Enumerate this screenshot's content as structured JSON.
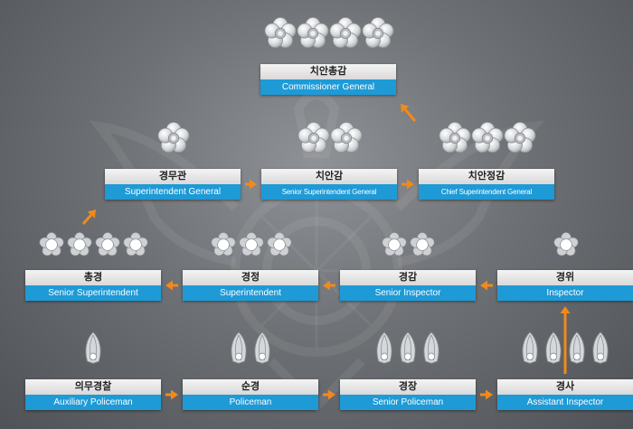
{
  "colors": {
    "accent": "#1e9ad6",
    "arrow": "#f08a1c",
    "label_bg": "#e6e6e6"
  },
  "ranks": [
    {
      "id": "commissioner-general",
      "kr": "치안총감",
      "en": "Commissioner General",
      "insignia": "mugunghwa-flower-icon",
      "count": 4
    },
    {
      "id": "superintendent-general",
      "kr": "경무관",
      "en": "Superintendent General",
      "insignia": "mugunghwa-flower-icon",
      "count": 1
    },
    {
      "id": "senior-superintendent-general",
      "kr": "치안감",
      "en": "Senior Superintendent General",
      "insignia": "mugunghwa-flower-icon",
      "count": 2
    },
    {
      "id": "chief-superintendent-general",
      "kr": "치안정감",
      "en": "Chief Superintendent General",
      "insignia": "mugunghwa-flower-icon",
      "count": 3
    },
    {
      "id": "senior-superintendent",
      "kr": "총경",
      "en": "Senior Superintendent",
      "insignia": "mugunghwa-bud-icon",
      "count": 4
    },
    {
      "id": "superintendent",
      "kr": "경정",
      "en": "Superintendent",
      "insignia": "mugunghwa-bud-icon",
      "count": 3
    },
    {
      "id": "senior-inspector",
      "kr": "경감",
      "en": "Senior Inspector",
      "insignia": "mugunghwa-bud-icon",
      "count": 2
    },
    {
      "id": "inspector",
      "kr": "경위",
      "en": "Inspector",
      "insignia": "mugunghwa-bud-icon",
      "count": 1
    },
    {
      "id": "auxiliary-policeman",
      "kr": "의무경찰",
      "en": "Auxiliary Policeman",
      "insignia": "leaf-bud-icon",
      "count": 1
    },
    {
      "id": "policeman",
      "kr": "순경",
      "en": "Policeman",
      "insignia": "leaf-bud-icon",
      "count": 2
    },
    {
      "id": "senior-policeman",
      "kr": "경장",
      "en": "Senior Policeman",
      "insignia": "leaf-bud-icon",
      "count": 3
    },
    {
      "id": "assistant-inspector",
      "kr": "경사",
      "en": "Assistant Inspector",
      "insignia": "leaf-bud-icon",
      "count": 4
    }
  ],
  "promotion_arrows": [
    {
      "from": "auxiliary-policeman",
      "to": "policeman"
    },
    {
      "from": "policeman",
      "to": "senior-policeman"
    },
    {
      "from": "senior-policeman",
      "to": "assistant-inspector"
    },
    {
      "from": "assistant-inspector",
      "to": "inspector"
    },
    {
      "from": "inspector",
      "to": "senior-inspector"
    },
    {
      "from": "senior-inspector",
      "to": "superintendent"
    },
    {
      "from": "superintendent",
      "to": "senior-superintendent"
    },
    {
      "from": "senior-superintendent",
      "to": "superintendent-general"
    },
    {
      "from": "superintendent-general",
      "to": "senior-superintendent-general"
    },
    {
      "from": "senior-superintendent-general",
      "to": "chief-superintendent-general"
    },
    {
      "from": "chief-superintendent-general",
      "to": "commissioner-general"
    }
  ]
}
